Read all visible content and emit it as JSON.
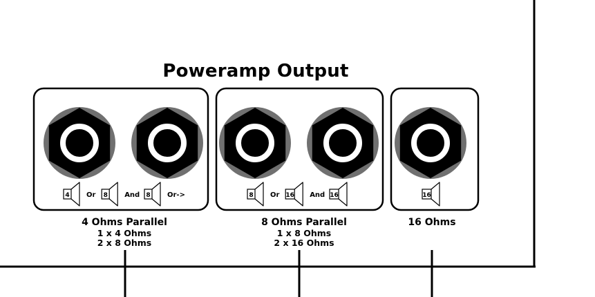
{
  "title": "Poweramp Output",
  "panels": [
    {
      "name": "4-ohm",
      "jacks": 2,
      "wiring": [
        "4",
        "Or",
        "8",
        "And",
        "8",
        "Or->"
      ],
      "caption": [
        "4 Ohms Parallel",
        "1 x 4 Ohms",
        "2 x 8 Ohms"
      ]
    },
    {
      "name": "8-ohm",
      "jacks": 2,
      "wiring": [
        "8",
        "Or",
        "16",
        "And",
        "16"
      ],
      "caption": [
        "8 Ohms Parallel",
        "1 x 8 Ohms",
        "2 x 16 Ohms"
      ]
    },
    {
      "name": "16-ohm",
      "jacks": 1,
      "wiring": [
        "16"
      ],
      "caption": [
        "16 Ohms"
      ]
    }
  ],
  "colors": {
    "line": "#000000",
    "jack_ring": "#707070",
    "jack_center": "#ffffff"
  }
}
